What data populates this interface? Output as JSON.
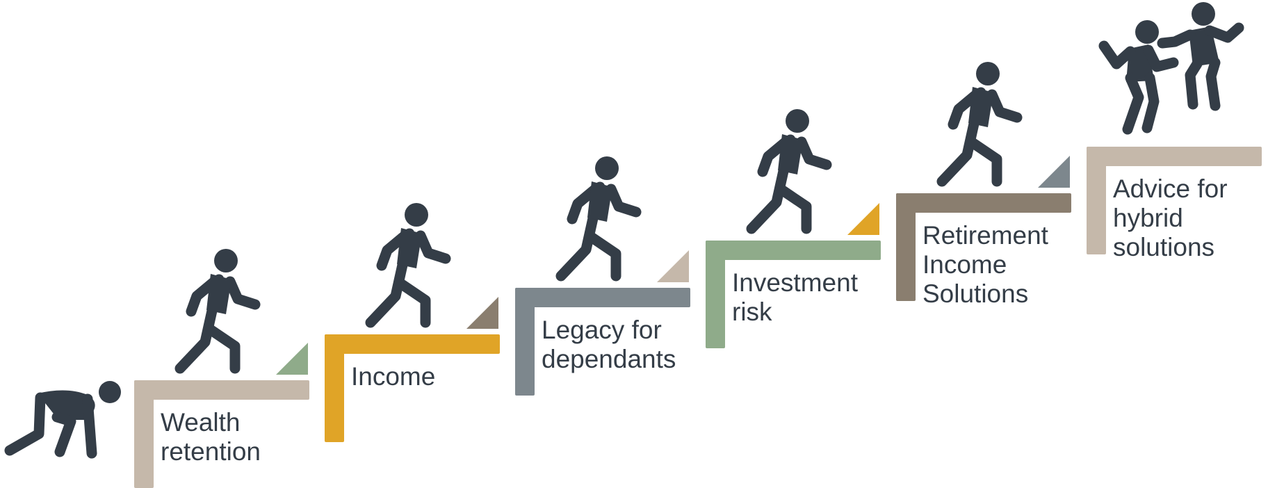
{
  "diagram": {
    "colors": {
      "figure": "#343d47",
      "background": "#ffffff",
      "label_text": "#343d47"
    },
    "crouching_figure": {
      "icon": "crouching-person-icon"
    },
    "steps": [
      {
        "id": "wealth-retention",
        "label_lines": [
          "Wealth",
          "retention"
        ],
        "bar_color": "#c5b8aa",
        "triangle_color": "#8fab8a",
        "figure_icon": "walking-person-icon"
      },
      {
        "id": "income",
        "label_lines": [
          "Income"
        ],
        "bar_color": "#e0a427",
        "triangle_color": "#8a7e6f",
        "figure_icon": "walking-person-icon"
      },
      {
        "id": "legacy-for-dependants",
        "label_lines": [
          "Legacy for",
          "dependants"
        ],
        "bar_color": "#7d878d",
        "triangle_color": "#c5b8aa",
        "figure_icon": "walking-person-icon"
      },
      {
        "id": "investment-risk",
        "label_lines": [
          "Investment",
          "risk"
        ],
        "bar_color": "#8fab8a",
        "triangle_color": "#e0a427",
        "figure_icon": "walking-person-icon"
      },
      {
        "id": "retirement-income-solutions",
        "label_lines": [
          "Retirement",
          "Income",
          "Solutions"
        ],
        "bar_color": "#8a7e6f",
        "triangle_color": "#7d878d",
        "figure_icon": "walking-person-icon"
      },
      {
        "id": "advice-for-hybrid-solutions",
        "label_lines": [
          "Advice for",
          "hybrid",
          "solutions"
        ],
        "bar_color": "#c5b8aa",
        "triangle_color": null,
        "figure_icon": "two-people-celebrating-icon"
      }
    ]
  }
}
